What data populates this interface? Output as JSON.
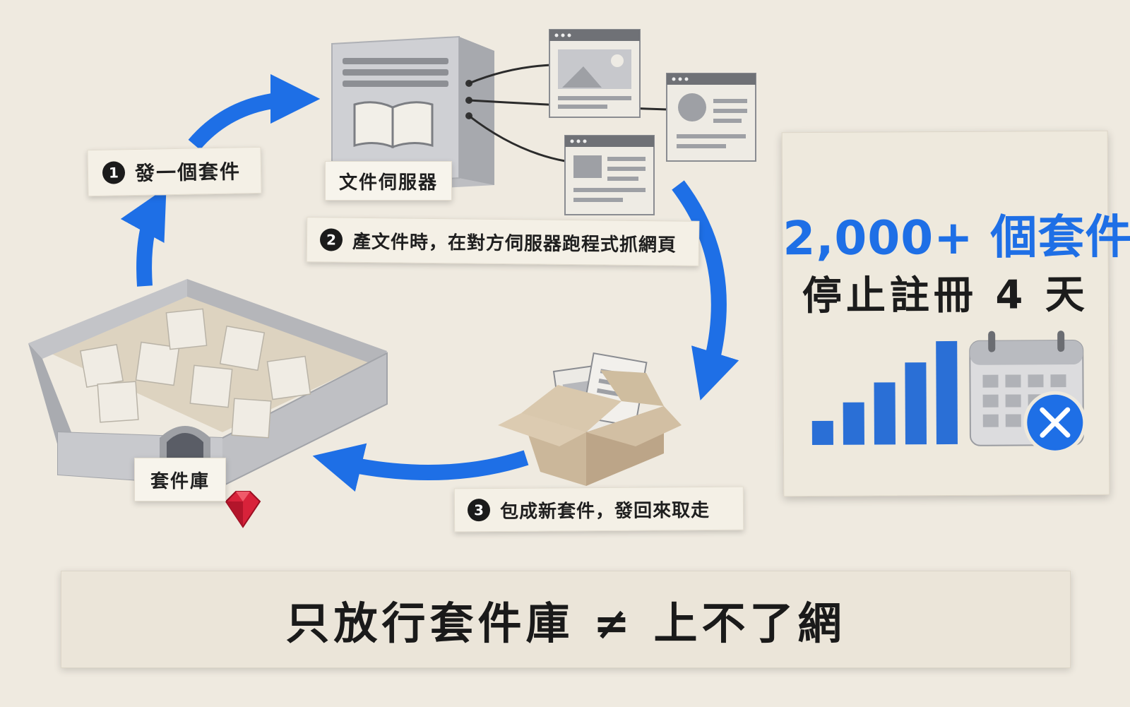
{
  "steps": [
    {
      "number": "1",
      "text": "發一個套件"
    },
    {
      "number": "2",
      "text": "產文件時，在對方伺服器跑程式抓網頁"
    },
    {
      "number": "3",
      "text": "包成新套件，發回來取走"
    }
  ],
  "nodes": {
    "server": "文件伺服器",
    "repository": "套件庫"
  },
  "stats": {
    "count": "2,000+ 個套件",
    "duration": "停止註冊 4 天"
  },
  "banner": {
    "text": "只放行套件庫 ≠ 上不了網"
  },
  "colors": {
    "accent": "#1e6fe6",
    "background": "#efeae0",
    "paper": "#f4f0e6",
    "gem": "#d8223a"
  },
  "icons": [
    "book-icon",
    "webpage-icon",
    "package-box-icon",
    "walled-repository-icon",
    "ruby-gem-icon",
    "bar-chart-icon",
    "calendar-cancel-icon",
    "cycle-arrow-icon"
  ]
}
